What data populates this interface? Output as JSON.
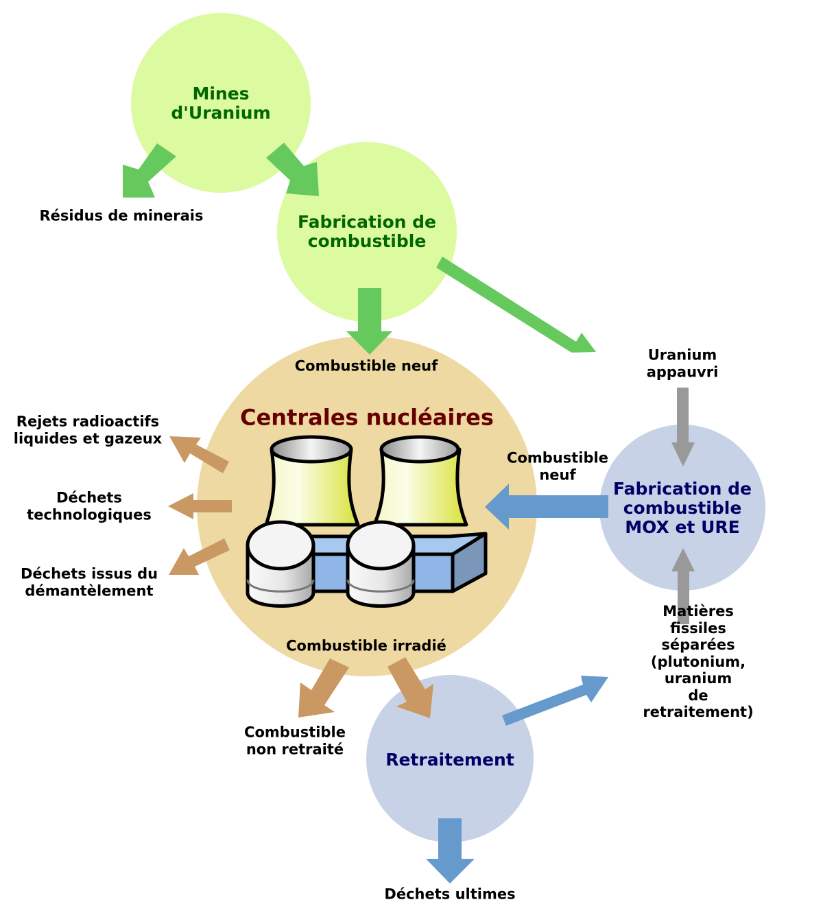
{
  "colors": {
    "green_circle": "#dcfa9f",
    "blue_circle": "#c7d2e6",
    "tan_circle": "#eed9a2",
    "green_arrow": "#66c95e",
    "tan_arrow": "#c99863",
    "blue_arrow": "#6699cc",
    "grey_arrow": "#999999",
    "green_text": "#006600",
    "blue_text": "#000066",
    "red_text": "#660000"
  },
  "nodes": {
    "mines": "Mines\nd'Uranium",
    "fabrication": "Fabrication de\ncombustible",
    "centrales": "Centrales nucléaires",
    "mox": "Fabrication de\ncombustible\nMOX et URE",
    "retraitement": "Retraitement"
  },
  "labels": {
    "residus": "Résidus de minerais",
    "combustible_neuf_top": "Combustible neuf",
    "uranium_appauvri": "Uranium appauvri",
    "rejets": "Rejets radioactifs\nliquides et gazeux",
    "dechets_techno": "Déchets\ntechnologiques",
    "dechets_demantelement": "Déchets issus du\ndémantèlement",
    "combustible_neuf_mox": "Combustible\nneuf",
    "combustible_irradie": "Combustible irradié",
    "matieres_fissiles": "Matières fissiles séparées\n(plutonium, uranium\nde retraitement)",
    "combustible_non_retraite": "Combustible\nnon retraité",
    "dechets_ultimes": "Déchets ultimes"
  },
  "icons": {
    "plant": "nuclear-power-plant-icon"
  }
}
